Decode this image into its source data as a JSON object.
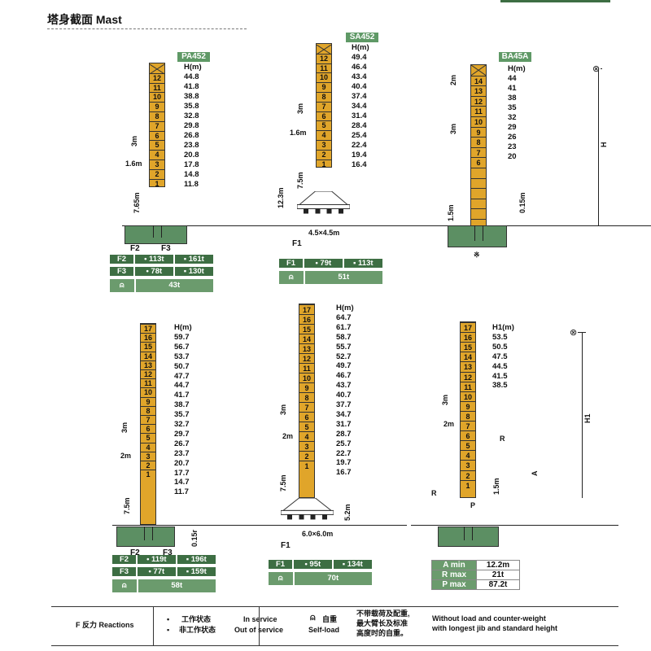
{
  "header": {
    "title": "塔身截面 Mast"
  },
  "masts": [
    {
      "label": "PA452",
      "h_header": "H(m)",
      "cells": [
        "12",
        "11",
        "10",
        "9",
        "8",
        "7",
        "6",
        "5",
        "4",
        "3",
        "2",
        "1"
      ],
      "heights": [
        "44.8",
        "41.8",
        "38.8",
        "35.8",
        "32.8",
        "29.8",
        "26.8",
        "23.8",
        "20.8",
        "17.8",
        "14.8",
        "11.8"
      ],
      "dims": [
        "3m",
        "1.6m",
        "7.65m"
      ],
      "force_labels": [
        "F2",
        "F3"
      ],
      "table": {
        "rows": [
          {
            "name": "F2",
            "in_service": "113t",
            "out_service": "161t"
          },
          {
            "name": "F3",
            "in_service": "78t",
            "out_service": "130t"
          }
        ],
        "self_load": "43t"
      }
    },
    {
      "label": "SA452",
      "h_header": "H(m)",
      "cells": [
        "12",
        "11",
        "10",
        "9",
        "8",
        "7",
        "6",
        "5",
        "4",
        "3",
        "2",
        "1"
      ],
      "heights": [
        "49.4",
        "46.4",
        "43.4",
        "40.4",
        "37.4",
        "34.4",
        "31.4",
        "28.4",
        "25.4",
        "22.4",
        "19.4",
        "16.4"
      ],
      "dims": [
        "3m",
        "1.6m",
        "7.5m",
        "12.3m",
        "4.5×4.5m"
      ],
      "force_labels": [
        "F1"
      ],
      "table": {
        "rows": [
          {
            "name": "F1",
            "in_service": "79t",
            "out_service": "113t"
          }
        ],
        "self_load": "51t"
      }
    },
    {
      "label": "BA45A",
      "h_header": "H(m)",
      "cells": [
        "14",
        "13",
        "12",
        "11",
        "10",
        "9",
        "8",
        "7",
        "6",
        "",
        "",
        "",
        "",
        "",
        ""
      ],
      "heights": [
        "44",
        "41",
        "38",
        "35",
        "32",
        "29",
        "26",
        "23",
        "20"
      ],
      "dims": [
        "2m",
        "3m",
        "1.5m",
        "0.15m",
        "H"
      ],
      "note": "※"
    },
    {
      "label": "",
      "h_header": "H(m)",
      "cells": [
        "17",
        "16",
        "15",
        "14",
        "13",
        "12",
        "11",
        "10",
        "9",
        "8",
        "7",
        "6",
        "5",
        "4",
        "3",
        "2",
        "1"
      ],
      "heights": [
        "59.7",
        "56.7",
        "53.7",
        "50.7",
        "47.7",
        "44.7",
        "41.7",
        "38.7",
        "35.7",
        "32.7",
        "29.7",
        "26.7",
        "23.7",
        "20.7",
        "17.7",
        "14.7",
        "11.7"
      ],
      "dims": [
        "3m",
        "2m",
        "7.5m",
        "0.15r"
      ],
      "force_labels": [
        "F2",
        "F3"
      ],
      "table": {
        "rows": [
          {
            "name": "F2",
            "in_service": "119t",
            "out_service": "196t"
          },
          {
            "name": "F3",
            "in_service": "77t",
            "out_service": "159t"
          }
        ],
        "self_load": "58t"
      }
    },
    {
      "label": "",
      "h_header": "H(m)",
      "cells": [
        "17",
        "16",
        "15",
        "14",
        "13",
        "12",
        "11",
        "10",
        "9",
        "8",
        "7",
        "6",
        "5",
        "4",
        "3",
        "2",
        "1"
      ],
      "heights": [
        "64.7",
        "61.7",
        "58.7",
        "55.7",
        "52.7",
        "49.7",
        "46.7",
        "43.7",
        "40.7",
        "37.7",
        "34.7",
        "31.7",
        "28.7",
        "25.7",
        "22.7",
        "19.7",
        "16.7"
      ],
      "dims": [
        "3m",
        "2m",
        "7.5m",
        "5.2m",
        "6.0×6.0m"
      ],
      "force_labels": [
        "F1"
      ],
      "table": {
        "rows": [
          {
            "name": "F1",
            "in_service": "95t",
            "out_service": "134t"
          }
        ],
        "self_load": "70t"
      }
    },
    {
      "label": "",
      "h_header": "H1(m)",
      "cells": [
        "17",
        "16",
        "15",
        "14",
        "13",
        "12",
        "11",
        "10",
        "9",
        "8",
        "7",
        "6",
        "5",
        "4",
        "3",
        "2",
        "1"
      ],
      "heights": [
        "53.5",
        "50.5",
        "47.5",
        "44.5",
        "41.5",
        "38.5"
      ],
      "dims": [
        "3m",
        "2m",
        "R",
        "A",
        "1.5m",
        "R",
        "P",
        "H1"
      ],
      "spec_table": [
        {
          "key": "A min",
          "value": "12.2m"
        },
        {
          "key": "R max",
          "value": "21t"
        },
        {
          "key": "P max",
          "value": "87.2t"
        }
      ]
    }
  ],
  "footer": {
    "reactions": "F 反力 Reactions",
    "in_service_cn": "工作状态",
    "out_service_cn": "非工作状态",
    "in_service_en": "In service",
    "out_service_en": "Out of service",
    "self_load_cn": "自重",
    "self_load_en": "Self-load",
    "desc_cn": [
      "不带载荷及配重,",
      "最大臂长及标准",
      "高度时的自重。"
    ],
    "desc_en": [
      "Without load and counter-weight",
      "with longest jib and standard height"
    ]
  },
  "colors": {
    "mast": "#e0a52a",
    "green_dark": "#3d6e43",
    "green_light": "#6b9b6d",
    "foundation": "#5c8f63"
  }
}
